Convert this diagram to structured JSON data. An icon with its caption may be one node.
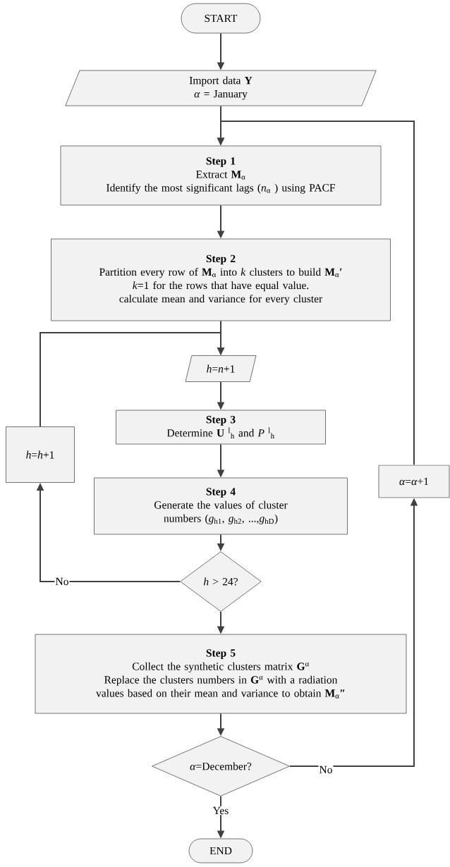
{
  "diagram": {
    "nodes": [
      {
        "text": [
          "START"
        ]
      },
      {
        "text": [
          "Import data **Y**",
          "*α* = January"
        ]
      },
      {
        "text": [
          "Step 1",
          "Extract **M**$_{α}$",
          "Identify the most significant lags (*n*$_{α}$ ) using PACF"
        ]
      },
      {
        "text": [
          "Step 2",
          "Partition every row of **M**$_{α}$ into *k* clusters to build **M**$_{α}$**′**",
          "*k*=1 for the rows that have equal value.",
          "calculate mean and variance for every cluster"
        ]
      },
      {
        "text": [
          "*h*=*n*+1"
        ]
      },
      {
        "text": [
          "Step 3",
          "Determine **U** $^{l}$$_{h}$ and *P* $^{l}$$_{h}$"
        ]
      },
      {
        "text": [
          "Step 4",
          "Generate the values of cluster numbers (*g*$_{h1}$, *g*$_{h2}$, ...,*g*$_{hD}$)"
        ]
      },
      {
        "text": [
          "*h* > 24?"
        ]
      },
      {
        "text": [
          "*h*=*h*+1"
        ]
      },
      {
        "text": [
          "Step 5",
          "Collect the synthetic clusters matrix **G**$^{α}$",
          "Replace the clusters numbers in **G**$^{α}$ with a radiation values based on their mean and variance to obtain **M**$_{α}$**″**"
        ]
      },
      {
        "text": [
          "*α*=December?"
        ]
      },
      {
        "text": [
          "*α*=*α*+1"
        ]
      },
      {
        "text": [
          "END"
        ]
      }
    ],
    "edges": [
      {
        "from": 0,
        "to": 1,
        "arrow": "to"
      },
      {
        "from": 1,
        "to": 2,
        "arrow": "to"
      },
      {
        "from": 2,
        "to": 3,
        "arrow": "to"
      },
      {
        "from": 3,
        "to": 4,
        "arrow": "to"
      },
      {
        "from": 4,
        "to": 5,
        "arrow": "to"
      },
      {
        "from": 5,
        "to": 6,
        "arrow": "to"
      },
      {
        "from": 6,
        "to": 7,
        "arrow": "to"
      },
      {
        "from": 7,
        "to": 8,
        "arrow": "to",
        "label": "No"
      },
      {
        "from": 8,
        "to": 4,
        "arrow": "to"
      },
      {
        "from": 7,
        "to": 9,
        "arrow": "to"
      },
      {
        "from": 9,
        "to": 10,
        "arrow": "to"
      },
      {
        "from": 10,
        "to": 11,
        "arrow": "to",
        "label": "No"
      },
      {
        "from": 11,
        "to": 2,
        "arrow": "to"
      },
      {
        "from": 10,
        "to": 12,
        "arrow": "to",
        "label": "Yes"
      }
    ]
  }
}
